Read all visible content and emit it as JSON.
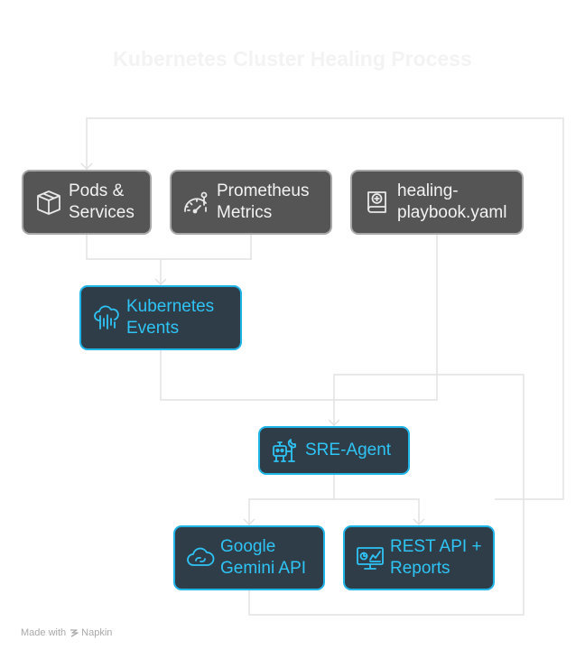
{
  "title": "Kubernetes Cluster Healing Process",
  "nodes": {
    "pods": {
      "line1": "Pods &",
      "line2": "Services",
      "icon": "box-icon"
    },
    "prometheus": {
      "line1": "Prometheus",
      "line2": "Metrics",
      "icon": "gauge-icon"
    },
    "playbook": {
      "line1": "healing-",
      "line2": "playbook.yaml",
      "icon": "book-icon"
    },
    "events": {
      "line1": "Kubernetes",
      "line2": "Events",
      "icon": "cloud-data-icon"
    },
    "agent": {
      "line1": "SRE-Agent",
      "icon": "robot-wrench-icon"
    },
    "gemini": {
      "line1": "Google",
      "line2": "Gemini API",
      "icon": "cloud-link-icon"
    },
    "rest": {
      "line1": "REST API +",
      "line2": "Reports",
      "icon": "monitor-chart-icon"
    }
  },
  "colors": {
    "gray_node": "#555555",
    "blue_node_fill": "#2f3d48",
    "blue_accent": "#1fb5e8",
    "connector": "#e2e2e2"
  },
  "footer": {
    "made_with": "Made with",
    "brand": "Napkin"
  }
}
